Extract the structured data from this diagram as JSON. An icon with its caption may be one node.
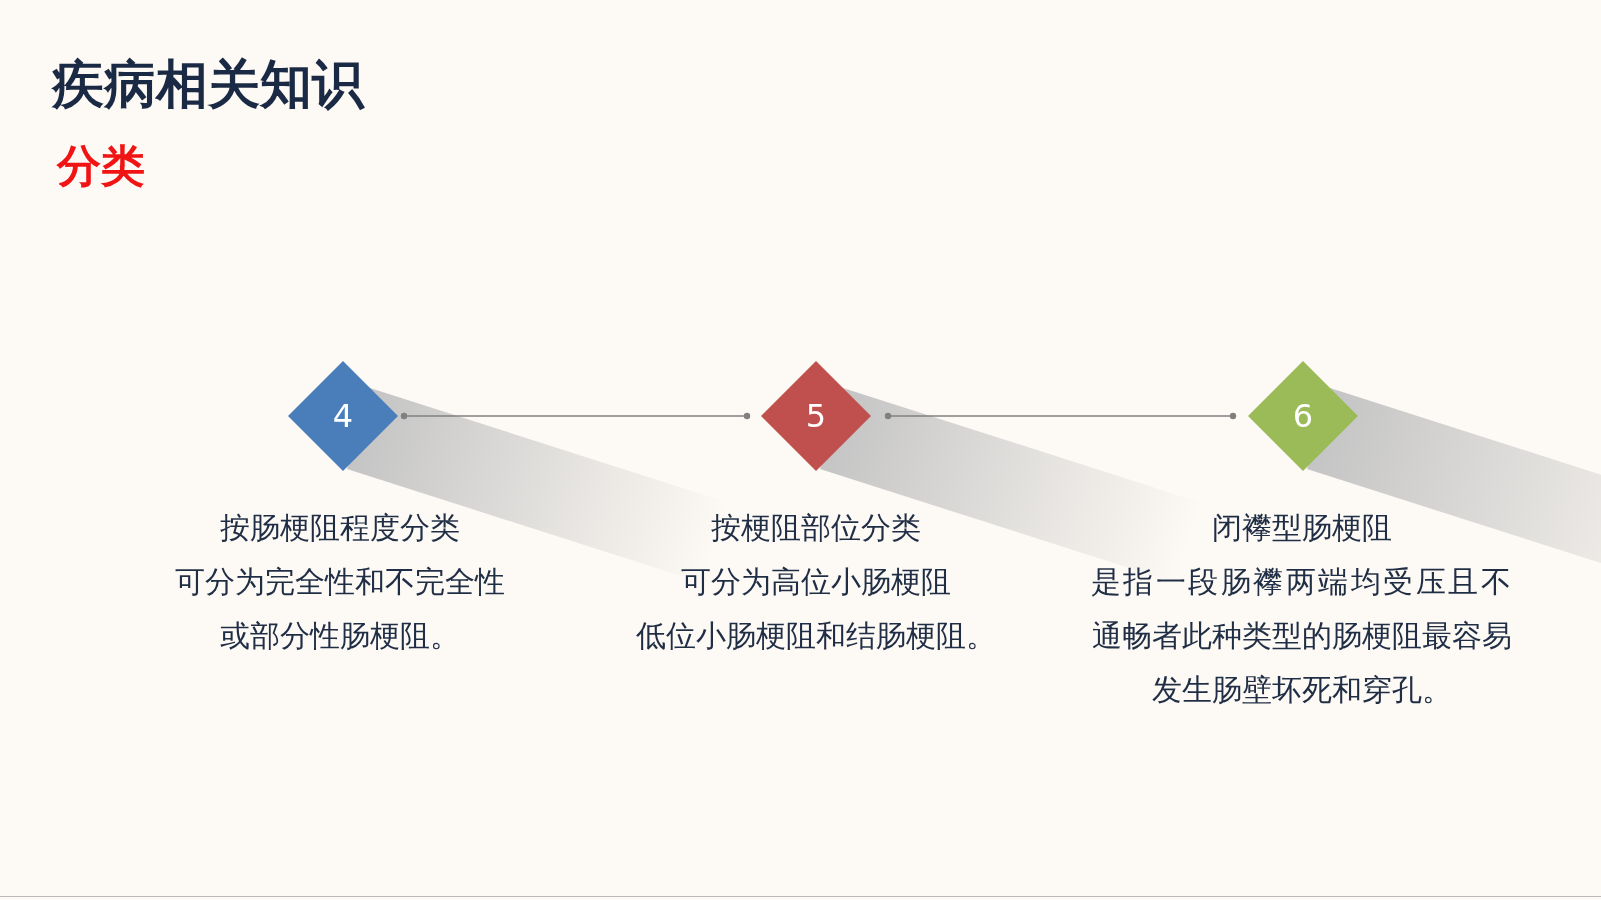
{
  "diagram": {
    "title": "疾病相关知识",
    "nodes": [
      {
        "text": [
          "4"
        ],
        "beside": [
          "按肠梗阻程度分类",
          "可分为完全性和不完全性或部分性肠梗阻。"
        ]
      },
      {
        "text": [
          "5"
        ],
        "beside": [
          "按梗阻部位分类",
          "可分为高位小肠梗阻",
          "低位小肠梗阻和结肠梗阻。"
        ]
      },
      {
        "text": [
          "6"
        ],
        "beside": [
          "闭襻型肠梗阻",
          "是指一段肠襻两端均受压且不通畅者此种类型的肠梗阻最容易发生肠壁坏死和穿孔。"
        ]
      }
    ],
    "edges": [
      {
        "from": 0,
        "to": 1,
        "arrow": "other"
      },
      {
        "from": 1,
        "to": 2,
        "arrow": "other"
      }
    ],
    "labels": [
      "分类"
    ]
  }
}
